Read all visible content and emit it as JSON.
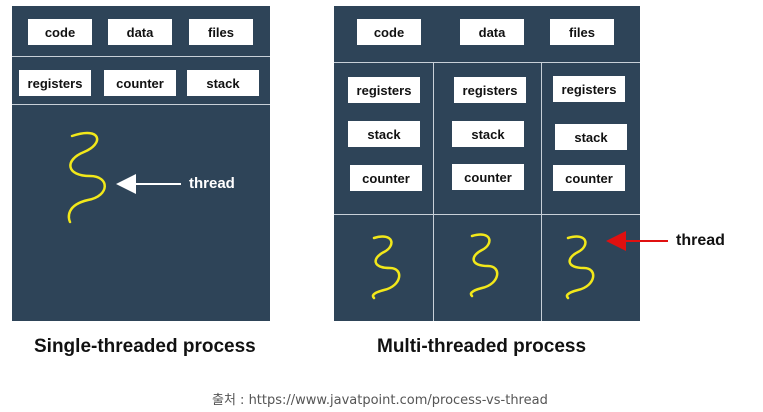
{
  "single": {
    "top_boxes": [
      "code",
      "data",
      "files"
    ],
    "mid_boxes": [
      "registers",
      "counter",
      "stack"
    ],
    "thread_label": "thread",
    "caption": "Single-threaded process"
  },
  "multi": {
    "top_boxes": [
      "code",
      "data",
      "files"
    ],
    "columns": [
      {
        "boxes": [
          "registers",
          "stack",
          "counter"
        ]
      },
      {
        "boxes": [
          "registers",
          "stack",
          "counter"
        ]
      },
      {
        "boxes": [
          "registers",
          "stack",
          "counter"
        ]
      }
    ],
    "thread_label": "thread",
    "caption": "Multi-threaded process"
  },
  "source": "출처 : https://www.javatpoint.com/process-vs-thread",
  "colors": {
    "panel": "#2e4458",
    "thread": "#f2e81a",
    "arrow_single": "#ffffff",
    "arrow_multi": "#e01010"
  }
}
